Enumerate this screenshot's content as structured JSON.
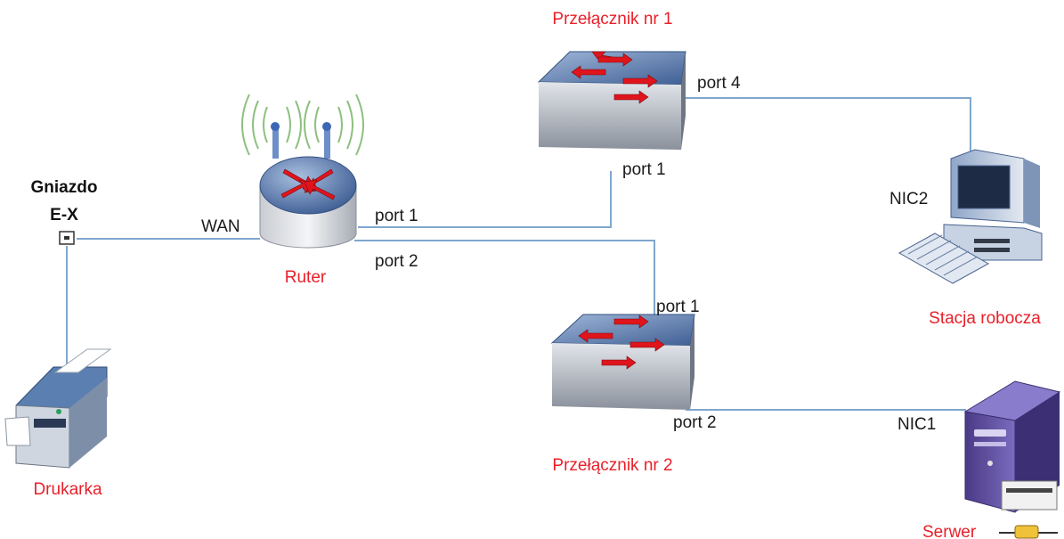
{
  "devices": {
    "switch1": "Przełącznik nr 1",
    "switch2": "Przełącznik nr 2",
    "router": "Ruter",
    "workstation": "Stacja robocza",
    "server": "Serwer",
    "printer": "Drukarka",
    "socket_line1": "Gniazdo",
    "socket_line2": "E-X"
  },
  "ports": {
    "sw1_port4": "port 4",
    "sw1_port1": "port 1",
    "router_wan": "WAN",
    "router_port1": "port 1",
    "router_port2": "port 2",
    "sw2_port1": "port 1",
    "sw2_port2": "port 2",
    "nic2": "NIC2",
    "nic1": "NIC1"
  },
  "colors": {
    "device_label": "#e8202a",
    "link": "#7fa7cf",
    "device_blue": "#5d7fb0",
    "arrow_red": "#e0141c"
  }
}
